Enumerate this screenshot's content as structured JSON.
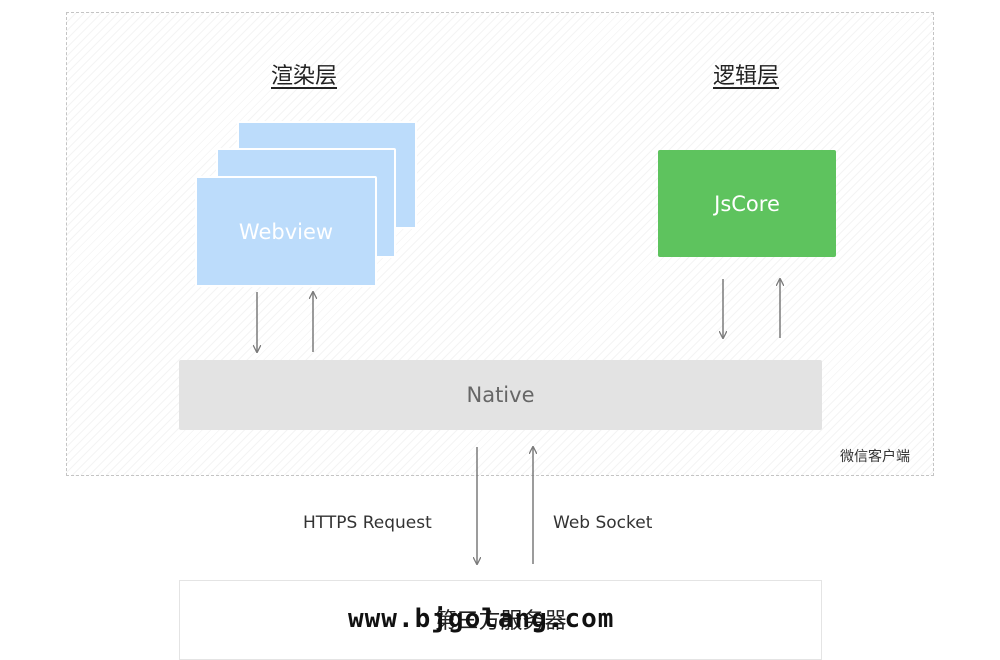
{
  "client": {
    "label": "微信客户端"
  },
  "render_layer": {
    "title": "渲染层",
    "webview_label": "Webview"
  },
  "logic_layer": {
    "title": "逻辑层",
    "jscore_label": "JsCore"
  },
  "native": {
    "label": "Native"
  },
  "edges": {
    "https": "HTTPS Request",
    "socket": "Web Socket"
  },
  "server": {
    "label": "第三方服务器"
  },
  "watermark": "www.bjgolang.com"
}
